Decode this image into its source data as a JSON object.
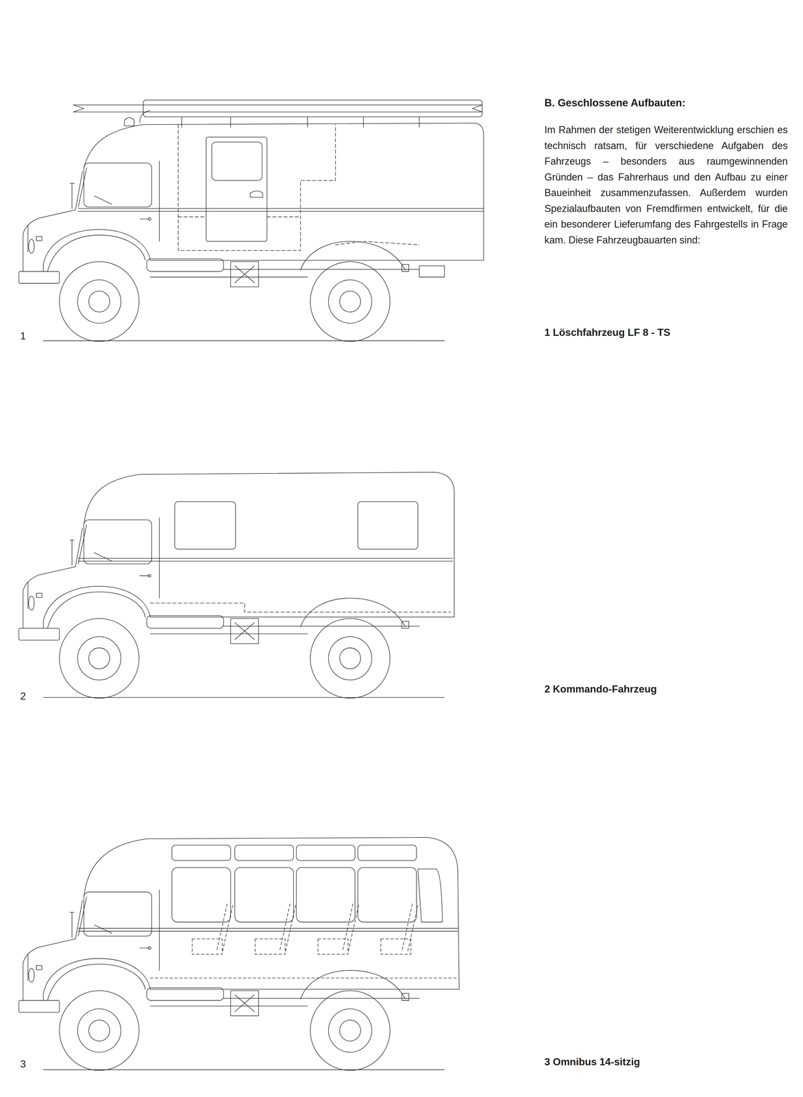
{
  "diagram": {
    "title": "B. Geschlossene Aufbauten:",
    "labels": [
      "Im Rahmen der stetigen Weiterentwicklung erschien es technisch ratsam, für verschiedene Aufgaben des Fahrzeugs – besonders aus raumgewinnenden Gründen – das Fahrerhaus und den Aufbau zu einer Baueinheit zusammenzufassen. Außerdem wurden Spezialaufbauten von Fremdfirmen entwickelt, für die ein besonderer Lieferumfang des Fahrgestells in Frage kam. Diese Fahrzeugbauarten sind:",
      "1",
      "1 Löschfahrzeug LF 8 - TS",
      "2",
      "2 Kommando-Fahrzeug",
      "3",
      "3 Omnibus 14-sitzig"
    ]
  }
}
